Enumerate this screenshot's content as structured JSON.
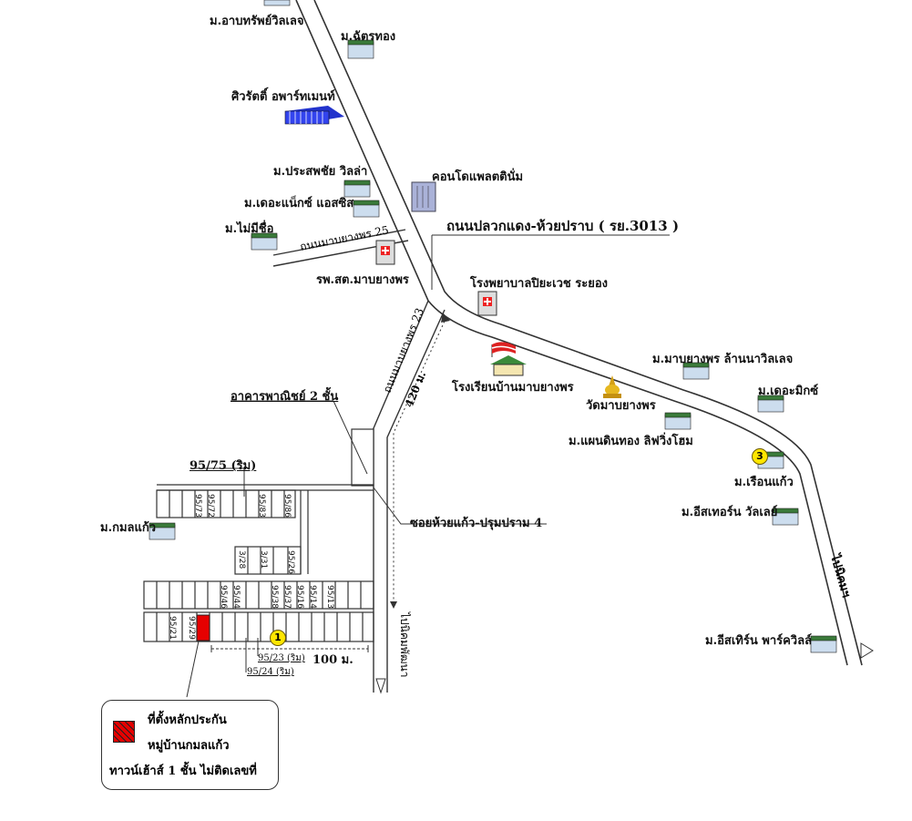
{
  "roads": {
    "main_road": "ถนนปลวกแดง-ห้วยปราบ ( รย.3013 )",
    "soi_25": "ถนนมาบยางพร 25",
    "soi_23": "ถนนมาบยางพร 23",
    "distance_420": "420 ม.",
    "soi_huai_kaeo": "ซอยห้วยแก้ว-ปรุมปราม 4",
    "to_nikhom": "ไปนิคมฯ",
    "to_nikhom_2": "ไปนิคมพัฒนา",
    "distance_100": "100 ม."
  },
  "places": {
    "m_arbsap": "ม.อาบทรัพย์วิลเลจ",
    "m_chattong": "ม.ฉัตรทอง",
    "city_apartment": "ศิวรัตติ์ อพาร์ทเมนท์",
    "condo_platinum": "คอนโดแพลตตินั่ม",
    "m_prasapchai": "ม.ประสพชัย วิลล่า",
    "m_next_oasis": "ม.เดอะแน็กซ์ แอสซิส",
    "m_no_name": "ม.ไม่มีชื่อ",
    "rph_sd": "รพ.สต.มาบยางพร",
    "hospital": "โรงพยาบาลปิยะเวช ระยอง",
    "school": "โรงเรียนบ้านมาบยางพร",
    "temple": "วัดมาบยางพร",
    "m_lanna": "ม.มาบยางพร ล้านนาวิลเลจ",
    "m_the_mix": "ม.เดอะมิกซ์",
    "m_paendin": "ม.แผนดินทอง ลิฟวิ่งโฮม",
    "m_ruenkaeo": "ม.เรือนแก้ว",
    "m_eastern_valley": "ม.อีสเทอร์น วัลเลย์",
    "m_eastern_park": "ม.อีสเทิร์น พาร์ควิลล์",
    "commercial": "อาคารพาณิชย์ 2 ชั้น",
    "lot_9575": "95/75 (ริม)",
    "m_kamonkaeo": "ม.กมลแก้ว",
    "lot_9523": "95/23 (ริม)",
    "lot_9524": "95/24 (ริม)"
  },
  "lot_numbers": {
    "top_row": [
      "95/73",
      "95/72",
      "95/83",
      "95/86"
    ],
    "mid_row": [
      "3/28",
      "3/31",
      "95/26"
    ],
    "row_2": [
      "95/46",
      "95/44",
      "95/38",
      "95/37",
      "95/16",
      "95/14",
      "95/13"
    ],
    "row_3": [
      "95/21",
      "95/29"
    ]
  },
  "markers": {
    "m1": "1",
    "m3": "3"
  },
  "legend": {
    "line1": "ที่ตั้งหลักประกัน",
    "line2": "หมู่บ้านกมลแก้ว",
    "line3": "ทาวน์เฮ้าส์ 1 ชั้น ไม่ติดเลขที่"
  },
  "colors": {
    "road": "#333333",
    "collateral": "#e60000",
    "house_roof": "#2d7a3a",
    "building_blue": "#2233cc"
  }
}
